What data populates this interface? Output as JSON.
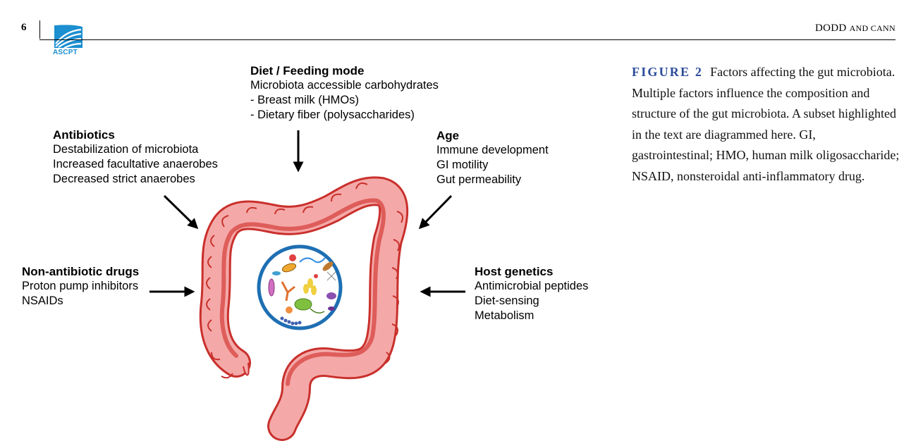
{
  "header": {
    "page_number": "6",
    "logo_text": "ASCPT",
    "running_head_first": "DODD",
    "running_head_rest": "AND CANN"
  },
  "figure": {
    "diet": {
      "title": "Diet / Feeding mode",
      "lines": [
        "Microbiota accessible carbohydrates",
        "- Breast milk (HMOs)",
        "- Dietary fiber (polysaccharides)"
      ]
    },
    "antibiotics": {
      "title": "Antibiotics",
      "lines": [
        "Destabilization of microbiota",
        "Increased facultative anaerobes",
        "Decreased strict anaerobes"
      ]
    },
    "age": {
      "title": "Age",
      "lines": [
        "Immune development",
        "GI motility",
        "Gut permeability"
      ]
    },
    "non_antibiotic": {
      "title": "Non-antibiotic drugs",
      "lines": [
        "Proton pump inhibitors",
        "NSAIDs"
      ]
    },
    "host_genetics": {
      "title": "Host genetics",
      "lines": [
        "Antimicrobial peptides",
        "Diet-sensing",
        "Metabolism"
      ]
    }
  },
  "caption": {
    "label": "FIGURE 2",
    "text": "Factors affecting the gut microbiota. Multiple factors influence the composition and structure of the gut microbiota. A subset highlighted in the text are diagrammed here. GI, gastrointestinal; HMO, human milk oligosaccharide; NSAID, nonsteroidal anti-inflammatory drug."
  },
  "colors": {
    "logo_blue": "#1b8fd0",
    "caption_label": "#2b4b9a",
    "gut_fill": "#f4a9a8",
    "gut_outline": "#c9302c",
    "circle_border": "#1e6fb3"
  }
}
